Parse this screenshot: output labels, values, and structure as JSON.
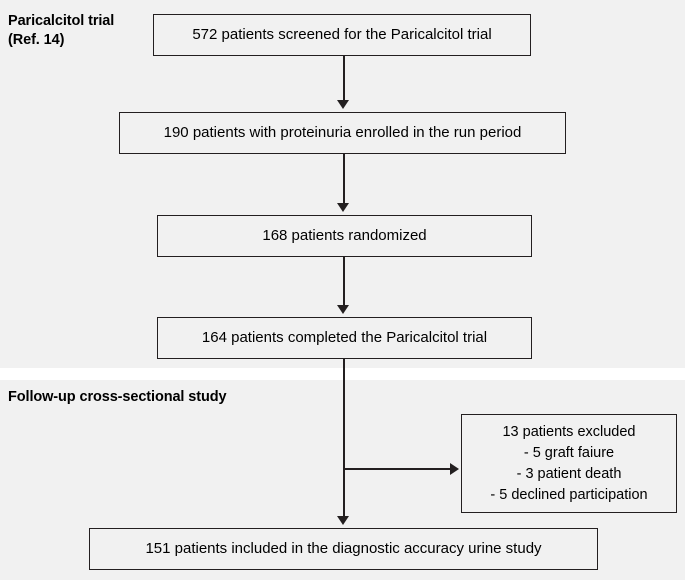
{
  "figure": {
    "type": "flowchart",
    "sections": [
      {
        "id": "trial",
        "title": "Paricalcitol trial\n(Ref. 14)"
      },
      {
        "id": "followup",
        "title": "Follow-up cross-sectional study"
      }
    ],
    "boxes": [
      {
        "id": "screened",
        "text": "572 patients screened for the Paricalcitol trial"
      },
      {
        "id": "enrolled",
        "text": "190 patients with proteinuria enrolled in the run period"
      },
      {
        "id": "randomized",
        "text": "168 patients randomized"
      },
      {
        "id": "completed",
        "text": "164 patients completed the Paricalcitol trial"
      },
      {
        "id": "excluded",
        "text": "13 patients excluded\n- 5 graft faiure\n- 3 patient death\n- 5 declined participation"
      },
      {
        "id": "included",
        "text": "151 patients included in the diagnostic accuracy urine study"
      }
    ],
    "counts": {
      "screened": 572,
      "enrolled": 190,
      "randomized": 168,
      "completed": 164,
      "excluded_total": 13,
      "excluded_graft_failure": 5,
      "excluded_patient_death": 3,
      "excluded_declined": 5,
      "included": 151
    },
    "colors": {
      "background_band": "#f1f1f1",
      "page_background": "#ffffff",
      "stroke": "#231f20",
      "text": "#000000"
    }
  }
}
